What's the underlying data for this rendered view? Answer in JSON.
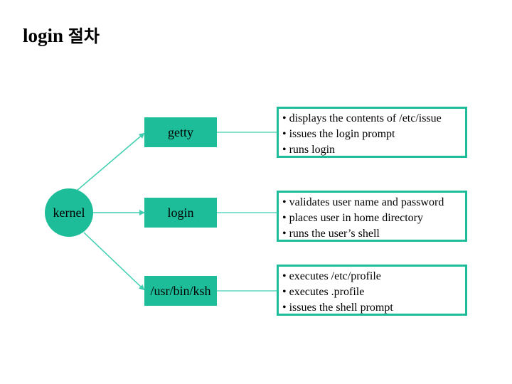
{
  "title": {
    "en": "login",
    "ko": "절차"
  },
  "kernel": {
    "label": "kernel"
  },
  "accent_color": "#1ebd99",
  "line_color": "#3fcfb0",
  "steps": [
    {
      "label": "getty",
      "details": [
        "• displays the contents of /etc/issue",
        "• issues the login prompt",
        "• runs login"
      ]
    },
    {
      "label": "login",
      "details": [
        "• validates user name and password",
        "• places user in home directory",
        "• runs the user’s shell"
      ]
    },
    {
      "label": "/usr/bin/ksh",
      "details": [
        "• executes /etc/profile",
        "• executes .profile",
        "• issues the shell prompt"
      ]
    }
  ]
}
